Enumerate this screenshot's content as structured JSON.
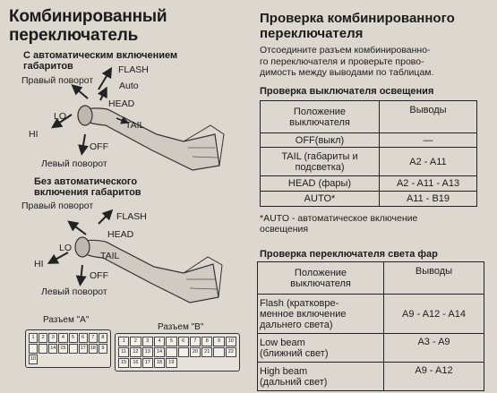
{
  "left": {
    "title_line1": "Комбинированный",
    "title_line2": "переключатель",
    "section1": {
      "heading_line1": "С автоматическим включением",
      "heading_line2": "габаритов",
      "labels": {
        "right_turn": "Правый поворот",
        "flash": "FLASH",
        "auto": "Auto",
        "head": "HEAD",
        "lo": "LO",
        "hi": "HI",
        "tail": "TAIL",
        "off": "OFF",
        "left_turn": "Левый поворот"
      }
    },
    "section2": {
      "heading_line1": "Без автоматического",
      "heading_line2": "включения габаритов",
      "labels": {
        "right_turn": "Правый поворот",
        "flash": "FLASH",
        "head": "HEAD",
        "lo": "LO",
        "hi": "HI",
        "tail": "TAIL",
        "off": "OFF",
        "left_turn": "Левый поворот"
      }
    },
    "connector_a_label": "Разъем \"A\"",
    "connector_b_label": "Разъем \"B\"",
    "connector_a_pins": [
      "1",
      "2",
      "3",
      "4",
      "5",
      "6",
      "7",
      "8",
      "",
      "",
      "14",
      "15",
      "",
      "17",
      "18",
      "9",
      "10"
    ],
    "connector_b_pins": [
      "1",
      "2",
      "3",
      "4",
      "5",
      "6",
      "7",
      "8",
      "9",
      "10",
      "11",
      "12",
      "13",
      "14",
      "",
      "",
      "20",
      "21",
      "",
      "22",
      "15",
      "16",
      "17",
      "18",
      "19"
    ]
  },
  "right": {
    "title_line1": "Проверка комбинированного",
    "title_line2": "переключателя",
    "intro_lines": [
      "Отсоедините разъем комбинированно-",
      "го переключателя и проверьте прово-",
      "димость между выводами по таблицам."
    ],
    "table1": {
      "heading": "Проверка выключателя освещения",
      "col1_line1": "Положение",
      "col1_line2": "выключателя",
      "col2": "Выводы",
      "rows": [
        {
          "pos_line1": "OFF(выкл)",
          "pos_line2": "",
          "pins": "—"
        },
        {
          "pos_line1": "TAIL (габариты и",
          "pos_line2": "подсветка)",
          "pins": "A2 - A11"
        },
        {
          "pos_line1": "HEAD (фары)",
          "pos_line2": "",
          "pins": "A2 - A11 - A13"
        },
        {
          "pos_line1": "AUTO*",
          "pos_line2": "",
          "pins": "A11 - B19"
        }
      ]
    },
    "note_line1": "*AUTO - автоматическое включение",
    "note_line2": "освещения",
    "table2": {
      "heading": "Проверка переключателя света фар",
      "col1_line1": "Положение",
      "col1_line2": "выключателя",
      "col2": "Выводы",
      "rows": [
        {
          "l1": "Flash (кратковре-",
          "l2": "менное включение",
          "l3": "дальнего света)",
          "pins": "A9 - A12 - A14"
        },
        {
          "l1": "Low beam",
          "l2": "(ближний свет)",
          "l3": "",
          "pins": "A3 - A9"
        },
        {
          "l1": "High beam",
          "l2": "(дальний свет)",
          "l3": "",
          "pins": "A9 - A12"
        }
      ]
    }
  }
}
